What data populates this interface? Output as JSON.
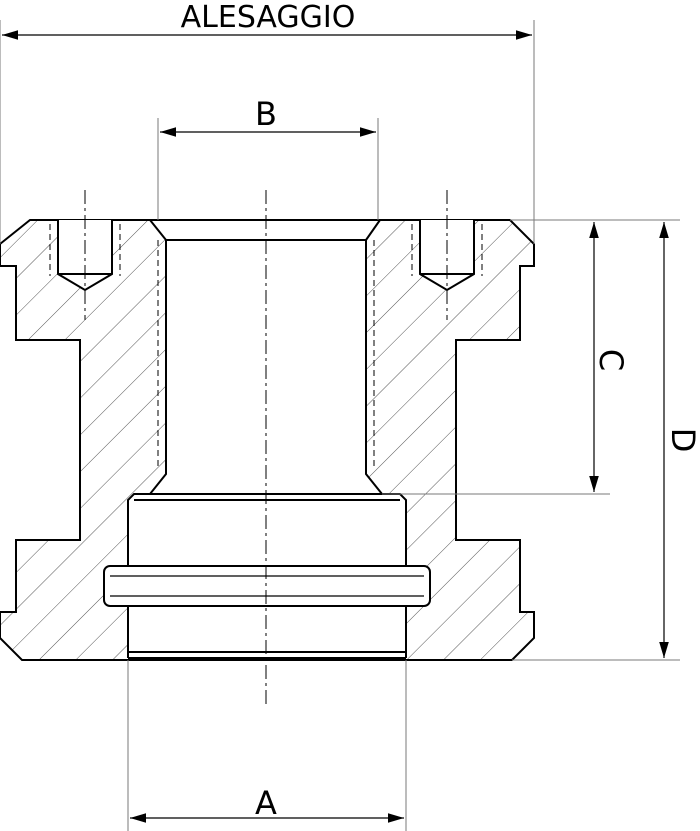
{
  "labels": {
    "alesaggio": "ALESAGGIO",
    "a": "A",
    "b": "B",
    "c": "C",
    "d": "D"
  },
  "colors": {
    "line": "#000000",
    "thin": "#6e6e6e",
    "background": "#ffffff"
  }
}
